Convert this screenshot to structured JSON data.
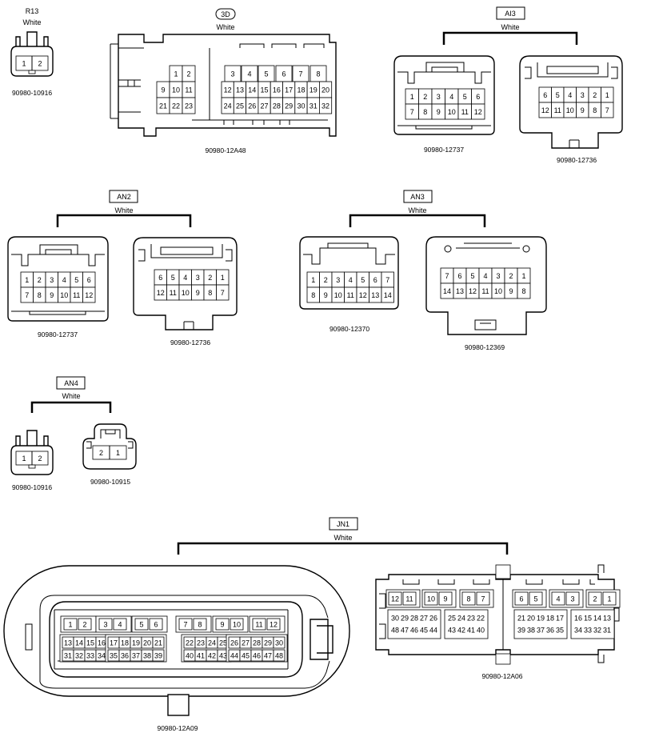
{
  "connectors": {
    "r13": {
      "label": "R13",
      "color": "White",
      "part": "90980-10916",
      "pins": [
        [
          "1",
          "2"
        ]
      ]
    },
    "d3": {
      "label": "3D",
      "color": "White",
      "part": "90980-12A48",
      "left_pins": [
        [
          "",
          "1",
          "2"
        ],
        [
          "9",
          "10",
          "11"
        ],
        [
          "21",
          "22",
          "23"
        ]
      ],
      "right_pins": [
        [
          "3",
          "4",
          "5",
          "6",
          "7",
          "8"
        ],
        [
          "12",
          "13",
          "14",
          "15",
          "16",
          "17",
          "18",
          "19",
          "20"
        ],
        [
          "24",
          "25",
          "26",
          "27",
          "28",
          "29",
          "30",
          "31",
          "32"
        ]
      ]
    },
    "ai3": {
      "label": "AI3",
      "color": "White",
      "left": {
        "part": "90980-12737",
        "pins": [
          [
            "1",
            "2",
            "3",
            "4",
            "5",
            "6"
          ],
          [
            "7",
            "8",
            "9",
            "10",
            "11",
            "12"
          ]
        ]
      },
      "right": {
        "part": "90980-12736",
        "pins": [
          [
            "6",
            "5",
            "4",
            "3",
            "2",
            "1"
          ],
          [
            "12",
            "11",
            "10",
            "9",
            "8",
            "7"
          ]
        ]
      }
    },
    "an2": {
      "label": "AN2",
      "color": "White",
      "left": {
        "part": "90980-12737",
        "pins": [
          [
            "1",
            "2",
            "3",
            "4",
            "5",
            "6"
          ],
          [
            "7",
            "8",
            "9",
            "10",
            "11",
            "12"
          ]
        ]
      },
      "right": {
        "part": "90980-12736",
        "pins": [
          [
            "6",
            "5",
            "4",
            "3",
            "2",
            "1"
          ],
          [
            "12",
            "11",
            "10",
            "9",
            "8",
            "7"
          ]
        ]
      }
    },
    "an3": {
      "label": "AN3",
      "color": "White",
      "left": {
        "part": "90980-12370",
        "pins": [
          [
            "1",
            "2",
            "3",
            "4",
            "5",
            "6",
            "7"
          ],
          [
            "8",
            "9",
            "10",
            "11",
            "12",
            "13",
            "14"
          ]
        ]
      },
      "right": {
        "part": "90980-12369",
        "pins": [
          [
            "7",
            "6",
            "5",
            "4",
            "3",
            "2",
            "1"
          ],
          [
            "14",
            "13",
            "12",
            "11",
            "10",
            "9",
            "8"
          ]
        ]
      }
    },
    "an4": {
      "label": "AN4",
      "color": "White",
      "left": {
        "part": "90980-10916",
        "pins": [
          [
            "1",
            "2"
          ]
        ]
      },
      "right": {
        "part": "90980-10915",
        "pins": [
          [
            "2",
            "1"
          ]
        ]
      }
    },
    "jn1": {
      "label": "JN1",
      "color": "White",
      "left": {
        "part": "90980-12A09",
        "top_groups": [
          [
            "1",
            "2"
          ],
          [
            "3",
            "4"
          ],
          [
            "5",
            "6"
          ],
          [
            "7",
            "8"
          ],
          [
            "9",
            "10"
          ],
          [
            "11",
            "12"
          ]
        ],
        "bottom_groups": [
          [
            [
              "13",
              "14",
              "15",
              "16"
            ],
            [
              "31",
              "32",
              "33",
              "34"
            ]
          ],
          [
            [
              "17",
              "18",
              "19",
              "20",
              "21"
            ],
            [
              "35",
              "36",
              "37",
              "38",
              "39"
            ]
          ],
          [
            [
              "22",
              "23",
              "24",
              "25"
            ],
            [
              "40",
              "41",
              "42",
              "43"
            ]
          ],
          [
            [
              "26",
              "27",
              "28",
              "29",
              "30"
            ],
            [
              "44",
              "45",
              "46",
              "47",
              "48"
            ]
          ]
        ]
      },
      "right": {
        "part": "90980-12A06",
        "top_groups": [
          [
            "12",
            "11"
          ],
          [
            "10",
            "9"
          ],
          [
            "8",
            "7"
          ],
          [
            "6",
            "5"
          ],
          [
            "4",
            "3"
          ],
          [
            "2",
            "1"
          ]
        ],
        "bottom_groups": [
          [
            [
              "30",
              "29",
              "28",
              "27",
              "26"
            ],
            [
              "48",
              "47",
              "46",
              "45",
              "44"
            ]
          ],
          [
            [
              "25",
              "24",
              "23",
              "22"
            ],
            [
              "43",
              "42",
              "41",
              "40"
            ]
          ],
          [
            [
              "21",
              "20",
              "19",
              "18",
              "17"
            ],
            [
              "39",
              "38",
              "37",
              "36",
              "35"
            ]
          ],
          [
            [
              "16",
              "15",
              "14",
              "13"
            ],
            [
              "34",
              "33",
              "32",
              "31"
            ]
          ]
        ]
      }
    }
  }
}
